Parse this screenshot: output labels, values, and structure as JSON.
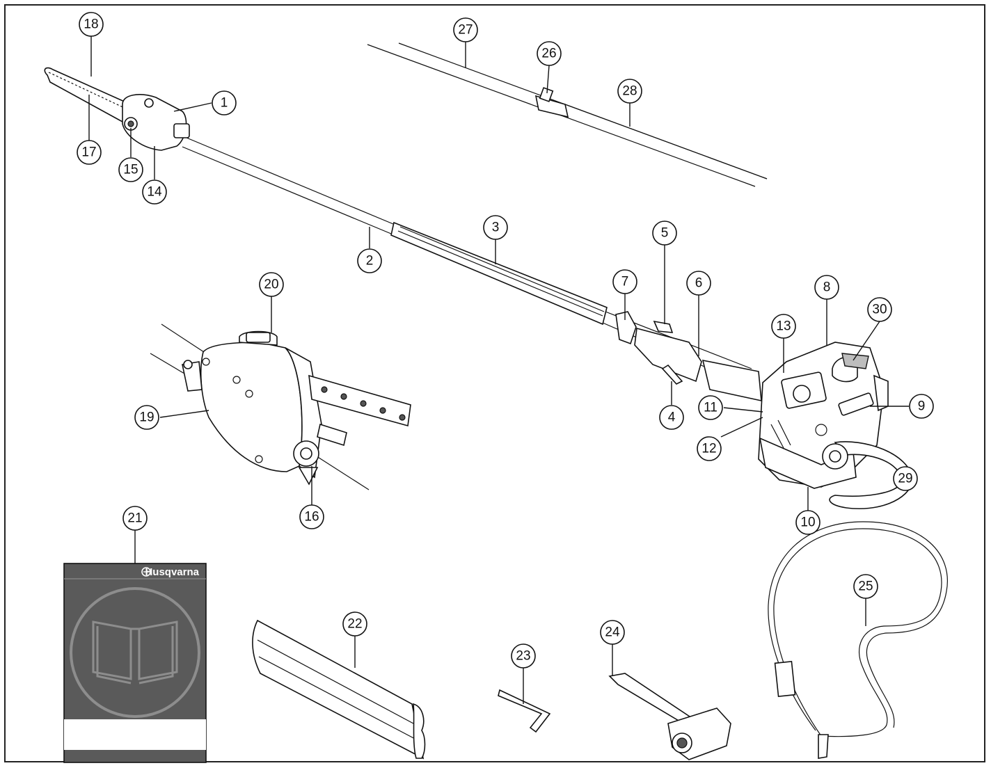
{
  "diagram": {
    "callouts": [
      "1",
      "2",
      "3",
      "4",
      "5",
      "6",
      "7",
      "8",
      "9",
      "10",
      "11",
      "12",
      "13",
      "14",
      "15",
      "16",
      "17",
      "18",
      "19",
      "20",
      "21",
      "22",
      "23",
      "24",
      "25",
      "26",
      "27",
      "28",
      "29",
      "30"
    ]
  },
  "manual_cover": {
    "brand": "Husqvarna",
    "icon": "open-book-icon"
  },
  "colors": {
    "outline": "#111111",
    "manual_cover": "#5a5a5a",
    "part_fill": "#ffffff",
    "shading": "#bdbdbd"
  }
}
